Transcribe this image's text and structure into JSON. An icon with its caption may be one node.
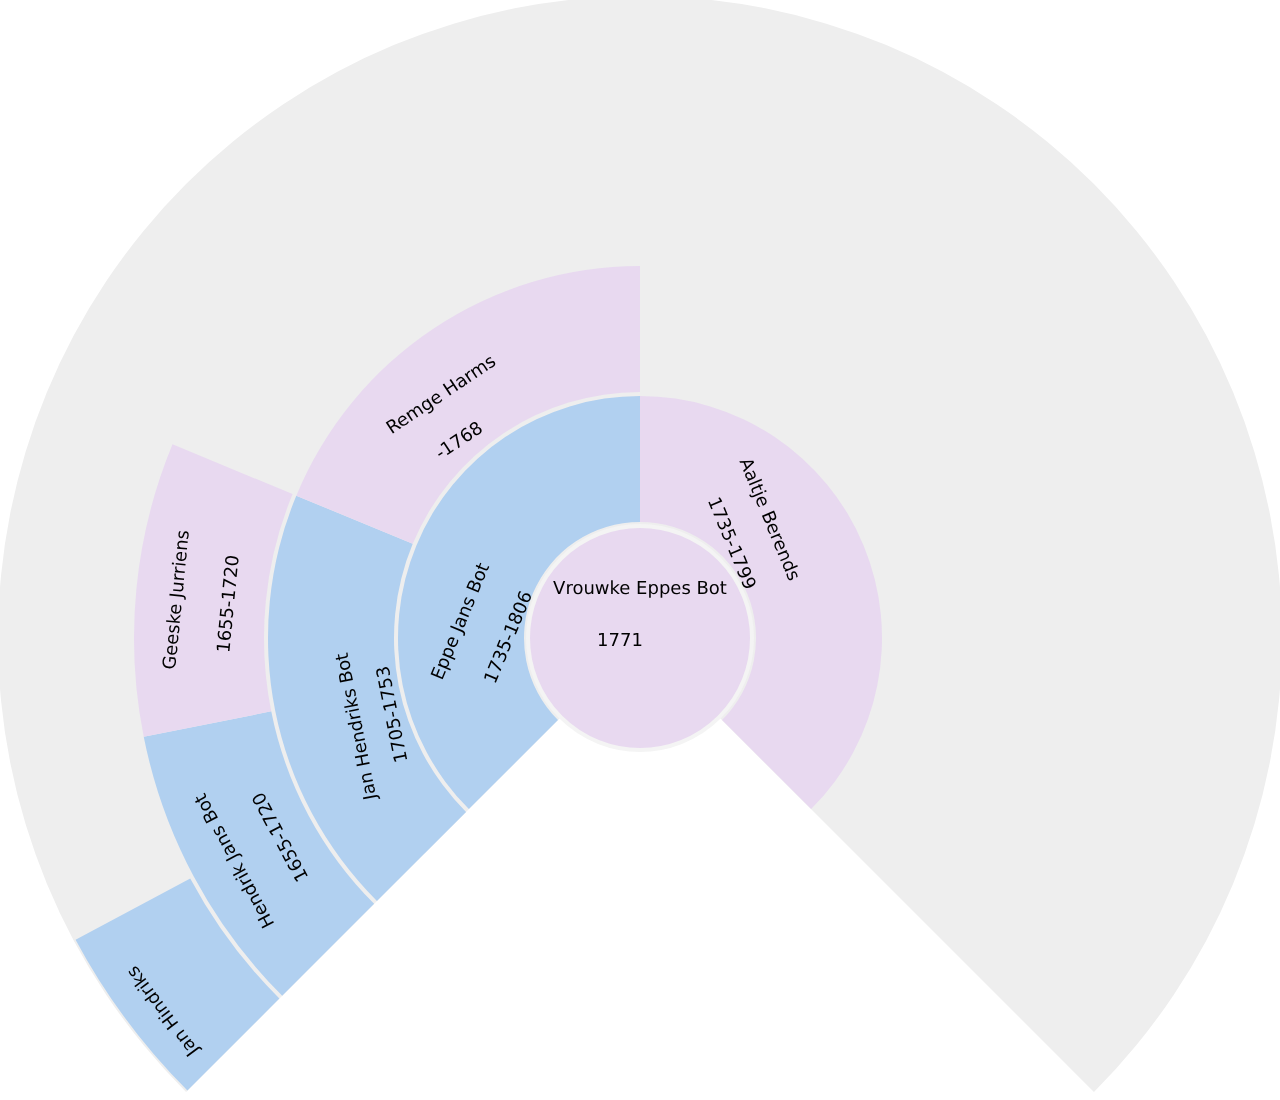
{
  "diagram": {
    "nodes": [
      {
        "text": [
          "Vrouwke Eppes Bot",
          "1771"
        ]
      },
      {
        "text": [
          "Eppe Jans Bot",
          "1735-1806"
        ]
      },
      {
        "text": [
          "Aaltje Berends",
          "1735-1799"
        ]
      },
      {
        "text": [
          "Jan Hendriks Bot",
          "1705-1753"
        ]
      },
      {
        "text": [
          "Remge Harms",
          "-1768"
        ]
      },
      {
        "text": [
          "Hendrik Jans Bot",
          "1655-1720"
        ]
      },
      {
        "text": [
          "Geeske Jurriens",
          "1655-1720"
        ]
      },
      {
        "text": [
          "Jan Hindriks"
        ]
      }
    ]
  }
}
